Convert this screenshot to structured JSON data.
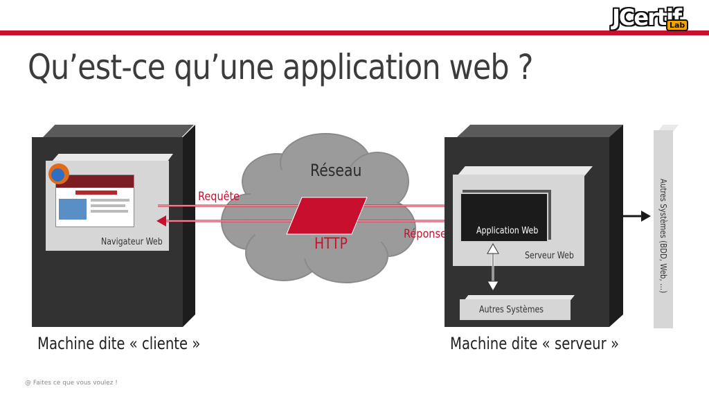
{
  "logo": {
    "main": "JCertif",
    "sub": "Lab"
  },
  "title": "Qu’est-ce qu’une application web ?",
  "footer": "@ Faites ce que vous voulez !",
  "client": {
    "browser_label": "Navigateur Web",
    "caption": "Machine dite « cliente »"
  },
  "network": {
    "label": "Réseau",
    "protocol": "HTTP",
    "request_label": "Requête",
    "response_label": "Réponse"
  },
  "server": {
    "app_label": "Application Web",
    "webserver_label": "Serveur Web",
    "other_systems_label": "Autres Systèmes",
    "caption": "Machine dite « serveur »"
  },
  "external": {
    "label": "Autres Systèmes (BDD, Web, …)"
  },
  "colors": {
    "accent": "#c8102e",
    "machine": "#323232",
    "cloud": "#9b9b9b"
  }
}
